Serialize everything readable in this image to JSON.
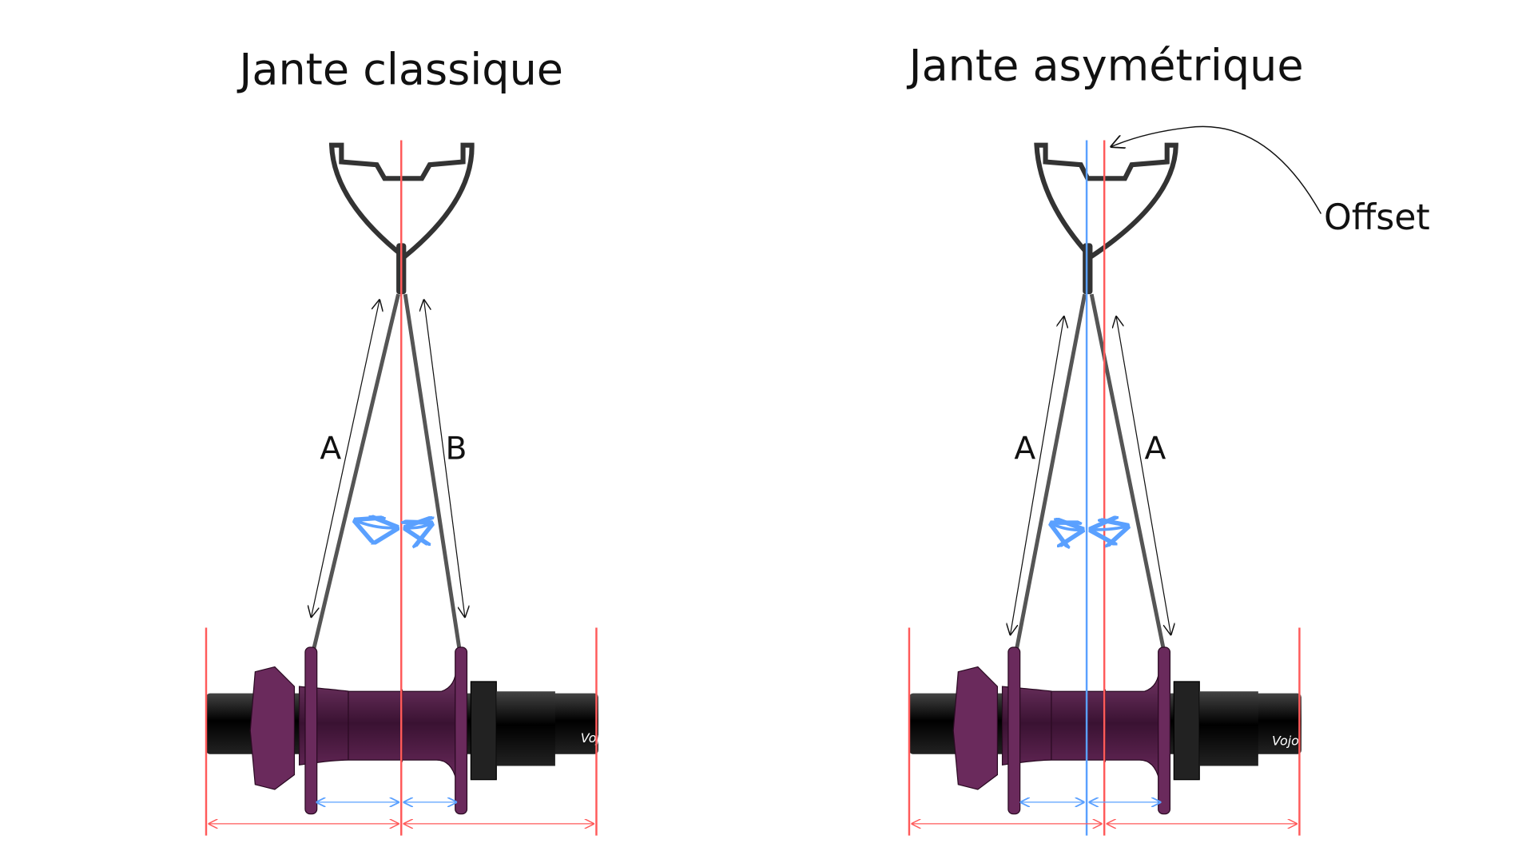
{
  "diagrams": [
    {
      "title": "Jante classique",
      "left_spoke_label": "A",
      "right_spoke_label": "B",
      "hub_logo": "Vojo"
    },
    {
      "title": "Jante asymétrique",
      "left_spoke_label": "A",
      "right_spoke_label": "A",
      "hub_logo": "Vojo",
      "callout": "Offset"
    }
  ],
  "colors": {
    "centerline_red": "#ff5a5a",
    "offset_blue": "#5aa0ff",
    "hub_purple": "#5a1f4e",
    "axle_black": "#111111"
  }
}
